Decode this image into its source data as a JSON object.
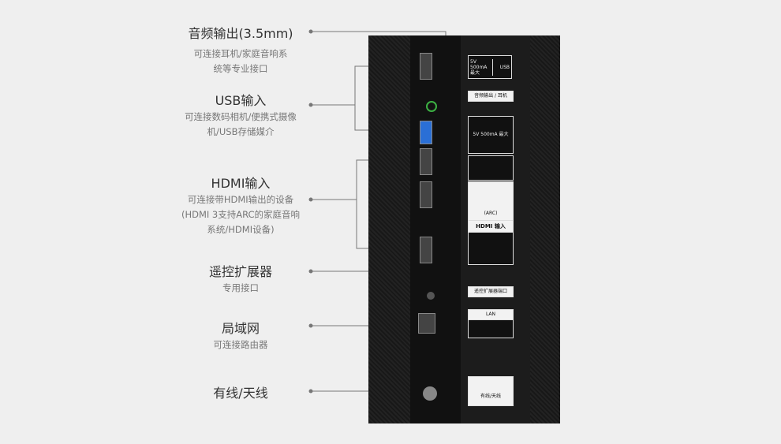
{
  "labels": [
    {
      "title": "音频输出(3.5mm)",
      "desc": [
        "可连接耳机/家庭音响系",
        "统等专业接口"
      ]
    },
    {
      "title": "USB输入",
      "desc": [
        "可连接数码相机/便携式摄像",
        "机/USB存储媒介"
      ]
    },
    {
      "title": "HDMI输入",
      "desc": [
        "可连接带HDMI输出的设备",
        "(HDMI 3支持ARC的家庭音响",
        "系统/HDMI设备)"
      ]
    },
    {
      "title": "遥控扩展器",
      "desc": [
        "专用接口"
      ]
    },
    {
      "title": "局域网",
      "desc": [
        "可连接路由器"
      ]
    },
    {
      "title": "有线/天线",
      "desc": []
    }
  ],
  "panel": {
    "usb1": "USB",
    "usb_spec": "5V 500mA 最大",
    "audio": "音频输出 / 耳机",
    "arc": "(ARC)",
    "hdmi": "HDMI 输入",
    "remote": "遥控扩展器端口",
    "lan": "LAN",
    "antenna": "有线/天线"
  },
  "colors": {
    "background": "#efefef",
    "panel": "#1c1c1c",
    "line": "#666666",
    "usb3": "#2a6fd6",
    "audio_jack": "#3cb043"
  }
}
